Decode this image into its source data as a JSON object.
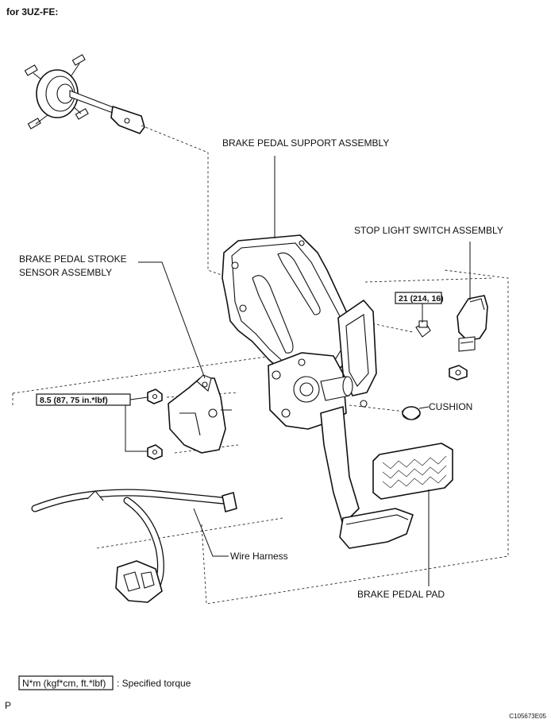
{
  "header": {
    "engine_note": "for 3UZ-FE:"
  },
  "callouts": {
    "brake_pedal_support_assembly": "BRAKE PEDAL SUPPORT ASSEMBLY",
    "stop_light_switch_assembly": "STOP LIGHT SWITCH ASSEMBLY",
    "stroke_sensor_line1": "BRAKE PEDAL STROKE",
    "stroke_sensor_line2": "SENSOR ASSEMBLY",
    "cushion": "CUSHION",
    "wire_harness": "Wire Harness",
    "brake_pedal_pad": "BRAKE PEDAL PAD"
  },
  "torque_specs": {
    "stop_light_switch_nut": "21 (214, 16)",
    "stroke_sensor_nuts": "8.5 (87, 75 in.*lbf)"
  },
  "legend": {
    "unit_box": "N*m (kgf*cm, ft.*lbf)",
    "description": ": Specified torque"
  },
  "footer": {
    "page_marker": "P",
    "figure_code": "C105673E05"
  }
}
